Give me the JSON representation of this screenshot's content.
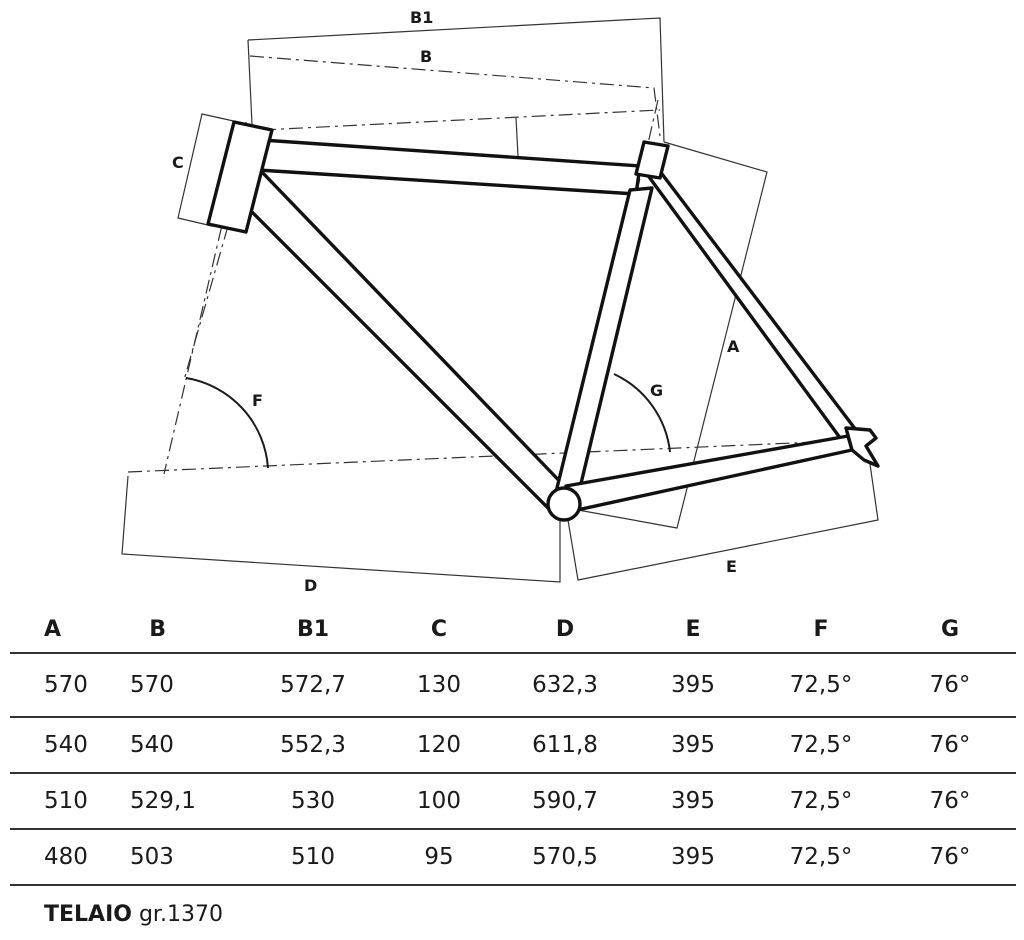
{
  "diagram": {
    "labels": {
      "a": "A",
      "b": "B",
      "b1": "B1",
      "c": "C",
      "d": "D",
      "e": "E",
      "f": "F",
      "g": "G"
    }
  },
  "table": {
    "headers": [
      "A",
      "B",
      "B1",
      "C",
      "D",
      "E",
      "F",
      "G"
    ],
    "rows": [
      [
        "570",
        "570",
        "572,7",
        "130",
        "632,3",
        "395",
        "72,5°",
        "76°"
      ],
      [
        "540",
        "540",
        "552,3",
        "120",
        "611,8",
        "395",
        "72,5°",
        "76°"
      ],
      [
        "510",
        "529,1",
        "530",
        "100",
        "590,7",
        "395",
        "72,5°",
        "76°"
      ],
      [
        "480",
        "503",
        "510",
        "95",
        "570,5",
        "395",
        "72,5°",
        "76°"
      ]
    ]
  },
  "footer": {
    "label": "TELAIO",
    "weight": "gr.1370"
  }
}
